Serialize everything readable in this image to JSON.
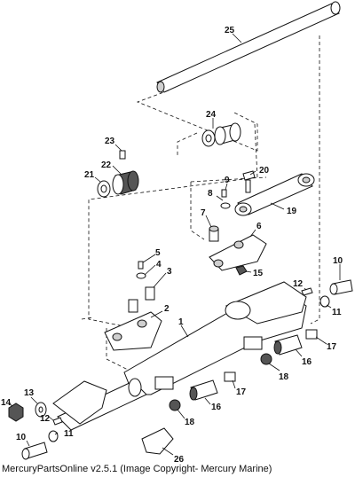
{
  "footer": {
    "text": "MercuryPartsOnline v2.5.1 (Image Copyright- Mercury Marine)"
  },
  "callouts": {
    "c1": "1",
    "c2": "2",
    "c3": "3",
    "c4": "4",
    "c5": "5",
    "c6": "6",
    "c7": "7",
    "c8": "8",
    "c9": "9",
    "c10a": "10",
    "c10b": "10",
    "c11a": "11",
    "c11b": "11",
    "c12a": "12",
    "c12b": "12",
    "c13": "13",
    "c14": "14",
    "c15": "15",
    "c16a": "16",
    "c16b": "16",
    "c17a": "17",
    "c17b": "17",
    "c18a": "18",
    "c18b": "18",
    "c19": "19",
    "c20": "20",
    "c21": "21",
    "c22": "22",
    "c23": "23",
    "c24": "24",
    "c25": "25",
    "c26": "26"
  }
}
